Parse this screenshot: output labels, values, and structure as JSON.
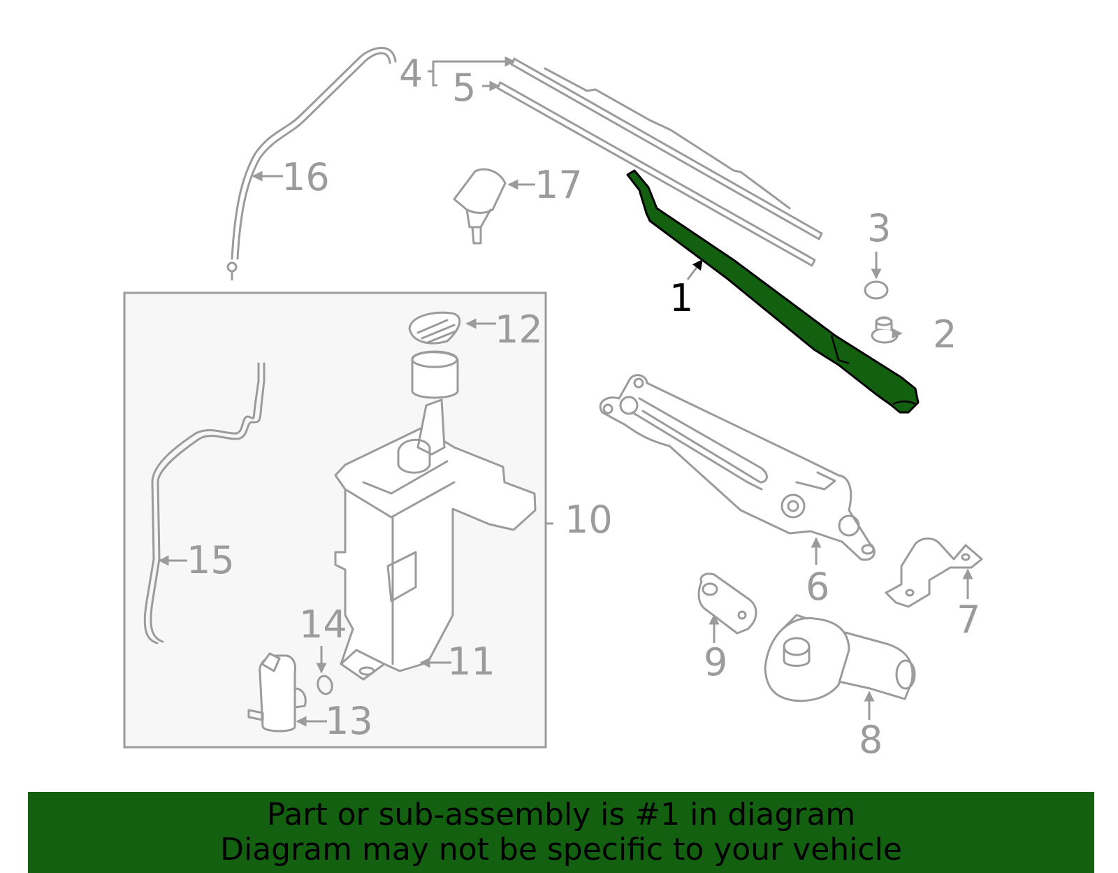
{
  "callouts": {
    "c1": "1",
    "c2": "2",
    "c3": "3",
    "c4": "4",
    "c5": "5",
    "c6": "6",
    "c7": "7",
    "c8": "8",
    "c9": "9",
    "c10": "10",
    "c11": "11",
    "c12": "12",
    "c13": "13",
    "c14": "14",
    "c15": "15",
    "c16": "16",
    "c17": "17"
  },
  "highlight": {
    "part": "1",
    "color": "#126010"
  },
  "banner": {
    "line1": "Part or sub-assembly is #1 in diagram",
    "line2": "Diagram may not be specific to your vehicle"
  }
}
